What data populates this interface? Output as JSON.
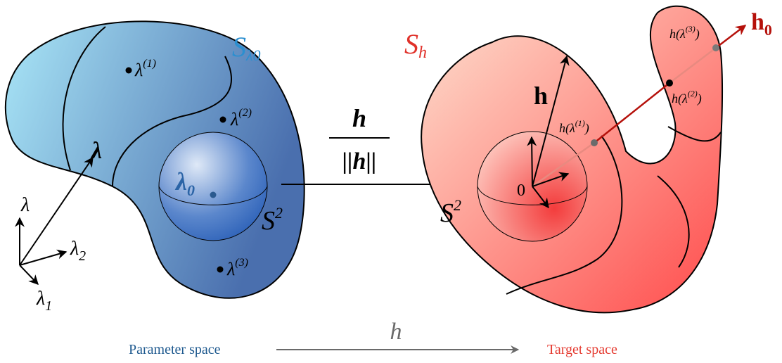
{
  "colors": {
    "param_light": "#a9e6f7",
    "param_dark": "#4a6fae",
    "param_sphere": "#2a5fb7",
    "param_label": "#2b8fd0",
    "target_light": "#fde0cf",
    "target_dark": "#ff4b4b",
    "target_label": "#e0312a",
    "arrow_red": "#b5110b",
    "caption_blue": "#1f5a8f",
    "caption_red": "#e53b31",
    "map_gray": "#6a6a6a"
  },
  "left": {
    "manifold_label": "S",
    "manifold_sub": "λ0",
    "lambda1_point": "λ",
    "lambda1_sup": "(1)",
    "lambda2_point": "λ",
    "lambda2_sup": "(2)",
    "lambda3_point": "λ",
    "lambda3_sup": "(3)",
    "center": "λ",
    "center_sub": "0",
    "sphere": "S",
    "sphere_sup": "2",
    "vector_lambda": "λ",
    "axis_lambda": "λ",
    "axis_lambda2": "λ",
    "axis_lambda2_sub": "2",
    "axis_lambda1": "λ",
    "axis_lambda1_sub": "1"
  },
  "map": {
    "numerator": "h",
    "denominator": "||h||"
  },
  "right": {
    "manifold_label": "S",
    "manifold_sub": "h",
    "h0": "h",
    "h0_sub": "0",
    "h_vector": "h",
    "origin": "0",
    "sphere": "S",
    "sphere_sup": "2",
    "h_l1": "h(λ",
    "h_l1_sup": "(1)",
    "h_l2": "h(λ",
    "h_l2_sup": "(2)",
    "h_l3": "h(λ",
    "h_l3_sup": "(3)",
    "paren_close": ")"
  },
  "bottom": {
    "param_space": "Parameter space",
    "map_label": "h",
    "target_space": "Target space"
  }
}
